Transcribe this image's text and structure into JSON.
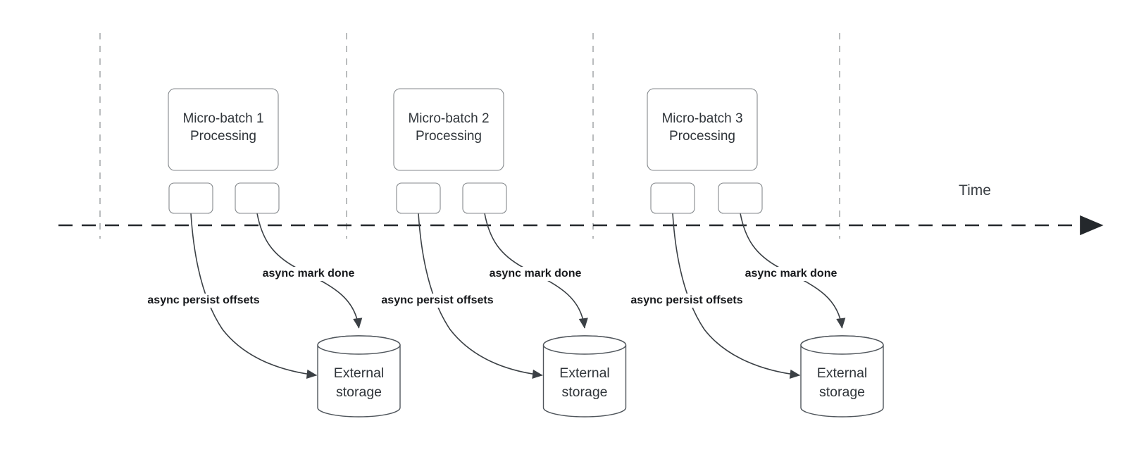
{
  "time_axis": {
    "label": "Time"
  },
  "batches": [
    {
      "box_label": "Micro-batch 1\nProcessing",
      "persist_label": "async persist offsets",
      "done_label": "async mark done",
      "storage_label": "External\nstorage"
    },
    {
      "box_label": "Micro-batch 2\nProcessing",
      "persist_label": "async persist offsets",
      "done_label": "async mark done",
      "storage_label": "External\nstorage"
    },
    {
      "box_label": "Micro-batch 3\nProcessing",
      "persist_label": "async persist offsets",
      "done_label": "async mark done",
      "storage_label": "External\nstorage"
    }
  ],
  "colors": {
    "background": "#ffffff",
    "shape_border": "#85898d",
    "cylinder_border": "#50565c",
    "edge_stroke": "#3b4045",
    "axis_stroke": "#24282c",
    "gridline_stroke": "#a8abad",
    "shape_fill": "#ffffff"
  }
}
